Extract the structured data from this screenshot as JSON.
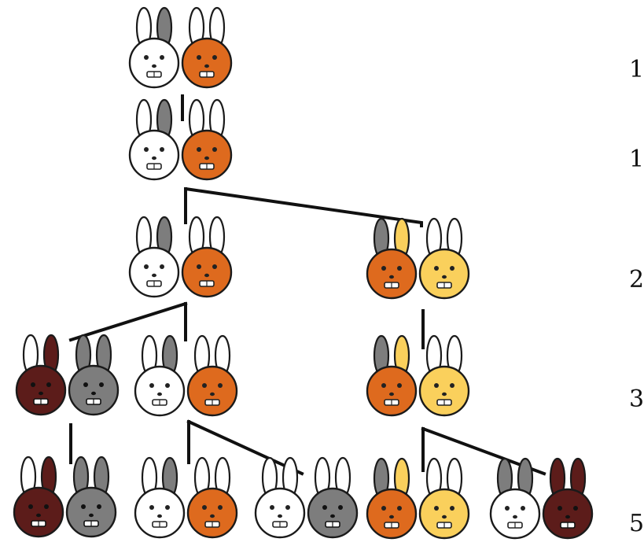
{
  "colors": {
    "white": "#ffffff",
    "orange": "#de6a1e",
    "yellow": "#fad05c",
    "gray": "#7d7d7d",
    "darkred": "#5c1c1a",
    "outline": "#1a1a1a",
    "line": "#111111"
  },
  "generations": [
    {
      "count": "1"
    },
    {
      "count": "1"
    },
    {
      "count": "2"
    },
    {
      "count": "3"
    },
    {
      "count": "5"
    }
  ],
  "pairs": [
    {
      "id": "p0",
      "gen": 0,
      "left": {
        "body": "white",
        "ears": [
          "white",
          "gray"
        ]
      },
      "right": {
        "body": "orange",
        "ears": [
          "white",
          "white"
        ]
      }
    },
    {
      "id": "p1",
      "gen": 1,
      "left": {
        "body": "white",
        "ears": [
          "white",
          "gray"
        ]
      },
      "right": {
        "body": "orange",
        "ears": [
          "white",
          "white"
        ]
      }
    },
    {
      "id": "p2",
      "gen": 2,
      "left": {
        "body": "white",
        "ears": [
          "white",
          "gray"
        ]
      },
      "right": {
        "body": "orange",
        "ears": [
          "white",
          "white"
        ]
      }
    },
    {
      "id": "p3",
      "gen": 2,
      "left": {
        "body": "orange",
        "ears": [
          "gray",
          "yellow"
        ]
      },
      "right": {
        "body": "yellow",
        "ears": [
          "white",
          "white"
        ]
      }
    },
    {
      "id": "p4",
      "gen": 3,
      "left": {
        "body": "darkred",
        "ears": [
          "white",
          "darkred"
        ]
      },
      "right": {
        "body": "gray",
        "ears": [
          "gray",
          "gray"
        ]
      }
    },
    {
      "id": "p5",
      "gen": 3,
      "left": {
        "body": "white",
        "ears": [
          "white",
          "gray"
        ]
      },
      "right": {
        "body": "orange",
        "ears": [
          "white",
          "white"
        ]
      }
    },
    {
      "id": "p6",
      "gen": 3,
      "left": {
        "body": "orange",
        "ears": [
          "gray",
          "yellow"
        ]
      },
      "right": {
        "body": "yellow",
        "ears": [
          "white",
          "white"
        ]
      }
    },
    {
      "id": "p7",
      "gen": 4,
      "left": {
        "body": "darkred",
        "ears": [
          "white",
          "darkred"
        ]
      },
      "right": {
        "body": "gray",
        "ears": [
          "gray",
          "gray"
        ]
      }
    },
    {
      "id": "p8",
      "gen": 4,
      "left": {
        "body": "white",
        "ears": [
          "white",
          "gray"
        ]
      },
      "right": {
        "body": "orange",
        "ears": [
          "white",
          "white"
        ]
      }
    },
    {
      "id": "p9",
      "gen": 4,
      "left": {
        "body": "white",
        "ears": [
          "white",
          "white"
        ]
      },
      "right": {
        "body": "gray",
        "ears": [
          "white",
          "white"
        ]
      }
    },
    {
      "id": "p10",
      "gen": 4,
      "left": {
        "body": "orange",
        "ears": [
          "gray",
          "yellow"
        ]
      },
      "right": {
        "body": "yellow",
        "ears": [
          "white",
          "white"
        ]
      }
    },
    {
      "id": "p11",
      "gen": 4,
      "left": {
        "body": "white",
        "ears": [
          "gray",
          "gray"
        ]
      },
      "right": {
        "body": "darkred",
        "ears": [
          "darkred",
          "darkred"
        ]
      }
    }
  ],
  "links": [
    {
      "from": "p0",
      "to": "p1"
    },
    {
      "from": "p1",
      "to": "p2"
    },
    {
      "from": "p1",
      "to": "p3"
    },
    {
      "from": "p2",
      "to": "p4"
    },
    {
      "from": "p2",
      "to": "p5"
    },
    {
      "from": "p3",
      "to": "p6"
    },
    {
      "from": "p4",
      "to": "p7"
    },
    {
      "from": "p5",
      "to": "p8"
    },
    {
      "from": "p5",
      "to": "p9"
    },
    {
      "from": "p6",
      "to": "p10"
    },
    {
      "from": "p6",
      "to": "p11"
    }
  ]
}
